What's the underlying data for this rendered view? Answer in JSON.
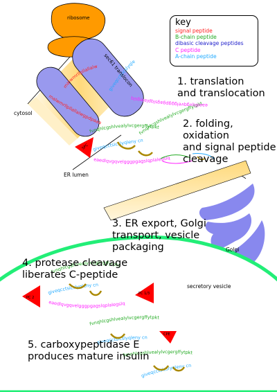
{
  "key": {
    "title": "key",
    "items": [
      {
        "label": "signal peptide",
        "color": "#ff2222"
      },
      {
        "label": "B-chain peptide",
        "color": "#22aa22"
      },
      {
        "label": "dibasic cleavage peptides",
        "color": "#2222cc"
      },
      {
        "label": "C peptide",
        "color": "#ff22ff"
      },
      {
        "label": "A-chain peptide",
        "color": "#22aaff"
      }
    ]
  },
  "steps": {
    "s1": "1. translation\nand translocation",
    "s2": "2. folding, oxidation\nand signal peptide\ncleavage",
    "s3": "3. ER export, Golgi\ntransport, vesicle\npackaging",
    "s4": "4. protease cleavage\nliberates C-peptide",
    "s5": "5. carboxypeptidase E\nproduces mature insulin"
  },
  "labels": {
    "ribosome": "ribosome",
    "translocon": "sec61 translocon",
    "cytosol": "cytosol",
    "er_lumen": "ER lumen",
    "golgi": "Golgi",
    "vesicle": "secretory vesicle",
    "spc": "SPC",
    "pc3": "PC 1/3",
    "pc2": "PC 2",
    "cpe": "CPE"
  },
  "sequences": {
    "signal": "malwmrllpllallalwgpdpaaa",
    "b_chain": "fvnqhlcgshlvealylvcgergffytpkt",
    "dibasic_rr": "rr",
    "dibasic_kr": "kr",
    "c_peptide": "eaedlqvgqvelgggpgagslqplalegslq",
    "a_chain": "giveqcctsicslyqleny cn"
  },
  "colors": {
    "signal": "#ff2222",
    "b_chain": "#22aa22",
    "dibasic": "#2222cc",
    "c_peptide": "#ff22ff",
    "a_chain": "#22aaff",
    "ribosome": "#ff9a00",
    "translocon": "#9999ee",
    "membrane": "#ffdd88",
    "golgi": "#8888ee",
    "vesicle": "#22ee77",
    "protease": "#ff0000",
    "disulfide": "#aa8800"
  }
}
